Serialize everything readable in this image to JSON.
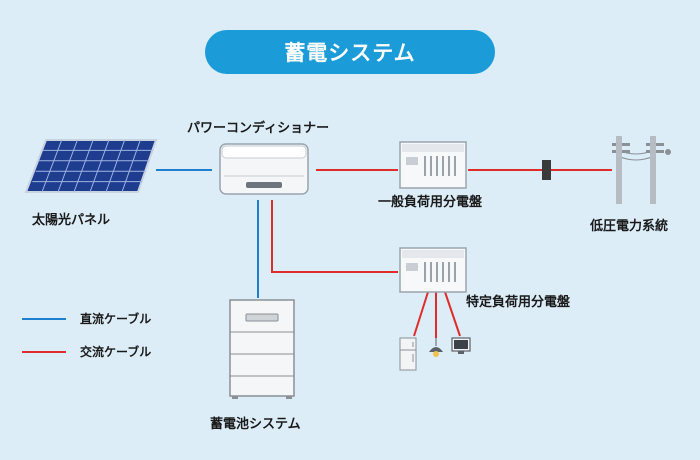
{
  "title": "蓄電システム",
  "labels": {
    "solar_panel": "太陽光パネル",
    "power_conditioner": "パワーコンディショナー",
    "general_panel": "一般負荷用分電盤",
    "grid": "低圧電力系統",
    "specific_panel": "特定負荷用分電盤",
    "battery": "蓄電池システム"
  },
  "legend": {
    "dc": "直流ケーブル",
    "ac": "交流ケーブル"
  },
  "colors": {
    "background": "#dcedf8",
    "title_pill": "#1b9bd7",
    "dc_cable": "#1e7fcf",
    "ac_cable": "#e02b2b"
  },
  "icons": [
    "solar-panel-icon",
    "power-conditioner-icon",
    "distribution-board-icon",
    "utility-pole-icon",
    "battery-cabinet-icon",
    "refrigerator-icon",
    "lamp-icon",
    "monitor-icon"
  ]
}
